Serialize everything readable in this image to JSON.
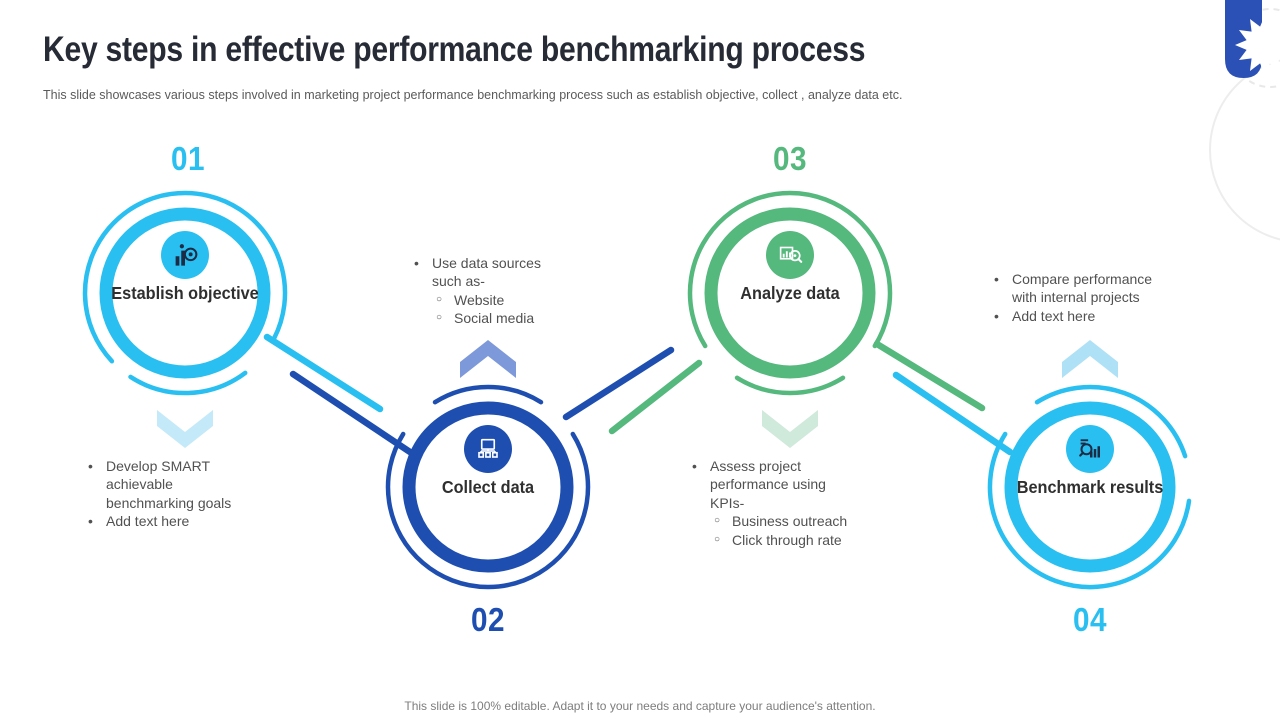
{
  "slide": {
    "title": "Key steps in effective performance benchmarking process",
    "subtitle": "This slide showcases various steps involved in marketing project performance benchmarking process such as establish objective, collect , analyze data etc.",
    "footer": "This slide is 100% editable. Adapt it to your needs and capture your audience's attention."
  },
  "colors": {
    "cyan": "#29bff0",
    "blue": "#1e4fb0",
    "green": "#55b87d",
    "logo_blue": "#2b50b6",
    "title_text": "#262b35",
    "body_text": "#515151",
    "chev_cyan_light": "#c4e9f8",
    "chev_periwinkle": "#7e99d9",
    "chev_green_light": "#cfe9db",
    "chev_cyan_light2": "#aee1f6"
  },
  "brand": {
    "icon": "gear-icon"
  },
  "steps": [
    {
      "number": "01",
      "label": "Establish objective",
      "icon": "target-bar-chart-icon",
      "color": "#29bff0",
      "notes": [
        {
          "text": "Develop SMART achievable benchmarking goals"
        },
        {
          "text": "Add text here"
        }
      ]
    },
    {
      "number": "02",
      "label": "Collect data",
      "icon": "network-monitor-icon",
      "color": "#1e4fb0",
      "notes": [
        {
          "text": "Use data sources such as-",
          "sub": [
            "Website",
            "Social media"
          ]
        }
      ]
    },
    {
      "number": "03",
      "label": "Analyze data",
      "icon": "chart-magnifier-icon",
      "color": "#55b87d",
      "notes": [
        {
          "text": "Assess project performance using KPIs-",
          "sub": [
            "Business outreach",
            "Click through rate"
          ]
        }
      ]
    },
    {
      "number": "04",
      "label": "Benchmark results",
      "icon": "magnifier-bar-chart-icon",
      "color": "#29bff0",
      "notes": [
        {
          "text": "Compare performance with internal projects"
        },
        {
          "text": "Add text here"
        }
      ]
    }
  ]
}
